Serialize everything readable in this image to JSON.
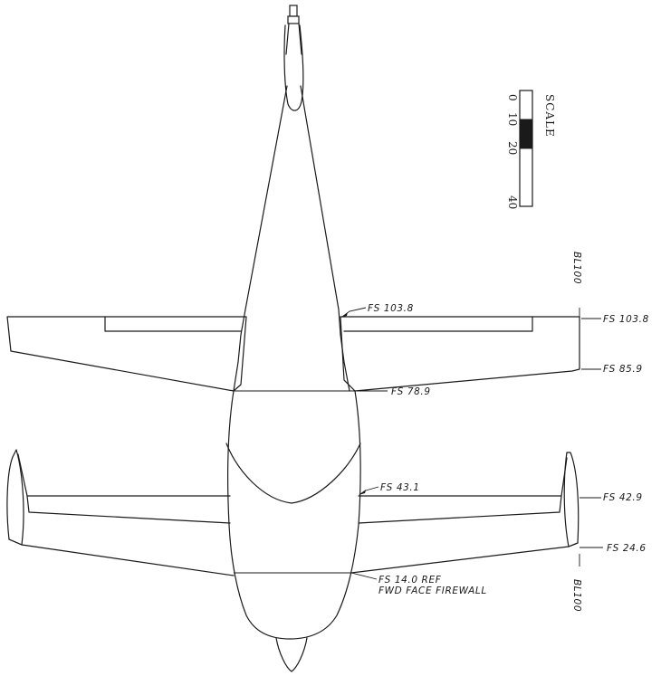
{
  "scale": {
    "title": "SCALE",
    "ticks": [
      "0",
      "10",
      "20",
      "40"
    ]
  },
  "labels": {
    "bl_top": "BL100",
    "bl_bottom": "BL100",
    "fs_canard_root": "FS 103.8",
    "fs_canard_tip_le": "FS 103.8",
    "fs_canard_tip_te": "FS 85.9",
    "fs_canard_te_body": "FS 78.9",
    "fs_wing_root": "FS 43.1",
    "fs_wing_tip_le": "FS 42.9",
    "fs_wing_tip_te": "FS 24.6",
    "fs_firewall": "FS 14.0  REF",
    "firewall_note": "FWD FACE FIREWALL"
  },
  "colors": {
    "ink": "#1a1a1a",
    "paper": "#ffffff"
  }
}
